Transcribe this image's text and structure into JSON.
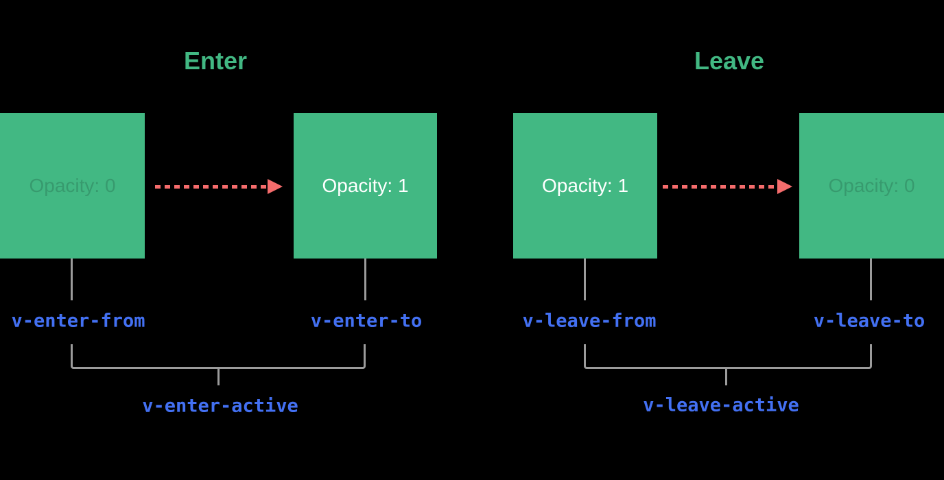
{
  "colors": {
    "background": "#000000",
    "green": "#42b883",
    "square_text_visible": "#ffffff",
    "square_text_faint": "rgba(0,0,0,0.16)",
    "arrow": "#f56c6c",
    "line": "#9b9b9b",
    "label_blue": "#4370f2"
  },
  "enter": {
    "title": "Enter",
    "from_box": {
      "text": "Opacity: 0",
      "state": "faint"
    },
    "to_box": {
      "text": "Opacity: 1",
      "state": "visible"
    },
    "from_label": "v-enter-from",
    "to_label": "v-enter-to",
    "active_label": "v-enter-active"
  },
  "leave": {
    "title": "Leave",
    "from_box": {
      "text": "Opacity: 1",
      "state": "visible"
    },
    "to_box": {
      "text": "Opacity: 0",
      "state": "faint"
    },
    "from_label": "v-leave-from",
    "to_label": "v-leave-to",
    "active_label": "v-leave-active"
  }
}
